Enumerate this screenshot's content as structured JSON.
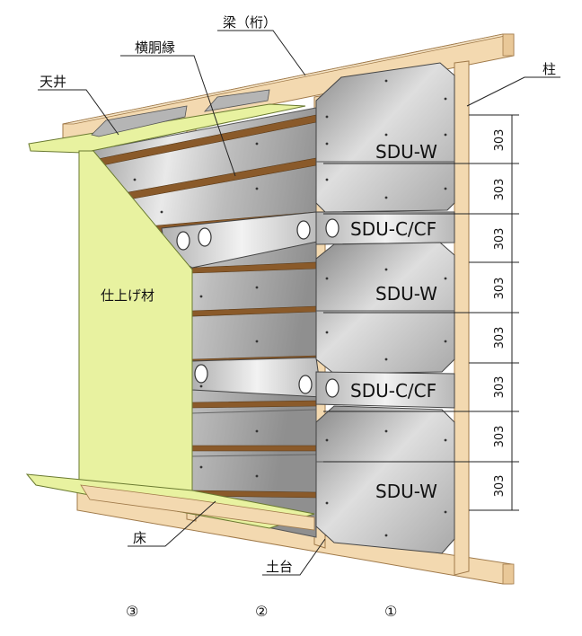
{
  "labels": {
    "beam": "梁（桁）",
    "column": "柱",
    "purlin": "横胴縁",
    "ceiling": "天井",
    "finish": "仕上げ材",
    "floor": "床",
    "sill": "土台"
  },
  "panels": {
    "w1": "SDU-W",
    "cf1": "SDU-C/CF",
    "w2": "SDU-W",
    "cf2": "SDU-C/CF",
    "w3": "SDU-W"
  },
  "dimensions": [
    "303",
    "303",
    "303",
    "303",
    "303",
    "303",
    "303",
    "303"
  ],
  "steps": [
    "③",
    "②",
    "①"
  ],
  "colors": {
    "wood": "#f3d9b0",
    "wood_edge": "#a07a4a",
    "batten": "#8a5a2a",
    "finish": "#e8f2a0",
    "steel": "#c8c8c8"
  }
}
